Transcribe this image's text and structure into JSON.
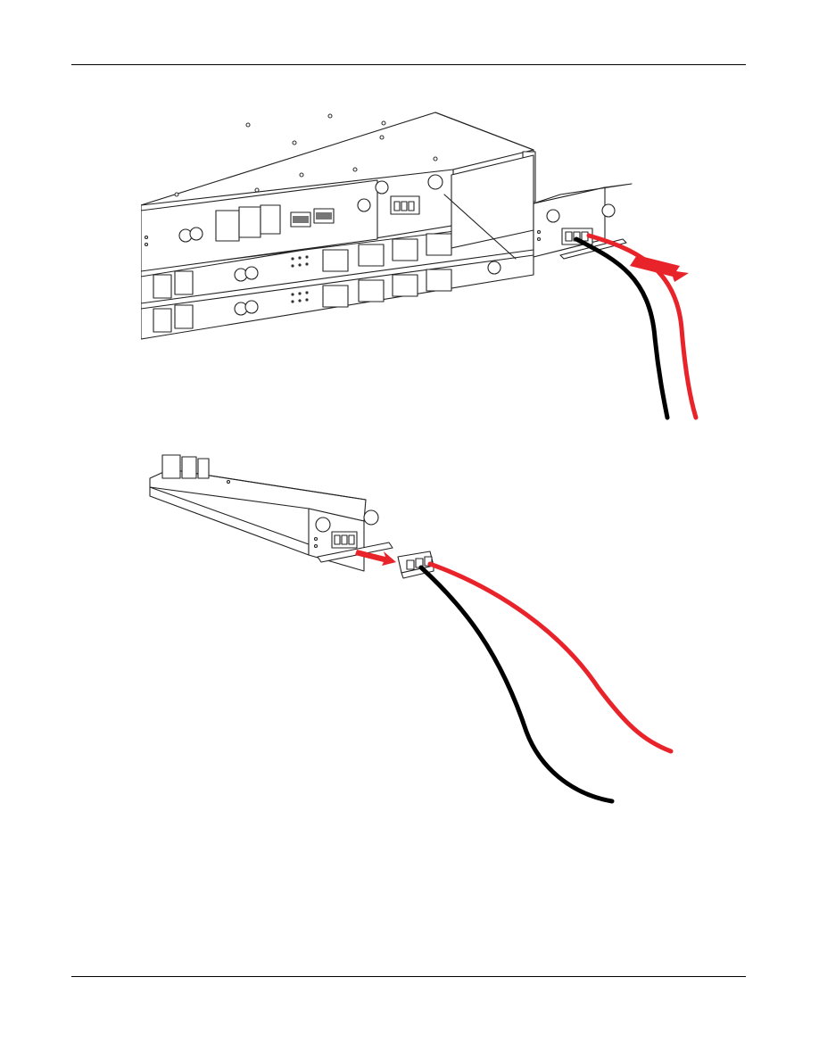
{
  "page": {
    "header_rule": true,
    "footer_rule": true
  },
  "figures": [
    {
      "id": "chassis-power-module-removal",
      "description_icon": "chassis-with-pulled-module-illustration",
      "cable_colors": {
        "positive": "#e8232a",
        "negative": "#000000"
      },
      "arrow_color": "#e8232a"
    },
    {
      "id": "power-connector-removal",
      "description_icon": "module-with-detached-terminal-block-illustration",
      "cable_colors": {
        "positive": "#e8232a",
        "negative": "#000000"
      },
      "arrow_color": "#e8232a"
    }
  ]
}
